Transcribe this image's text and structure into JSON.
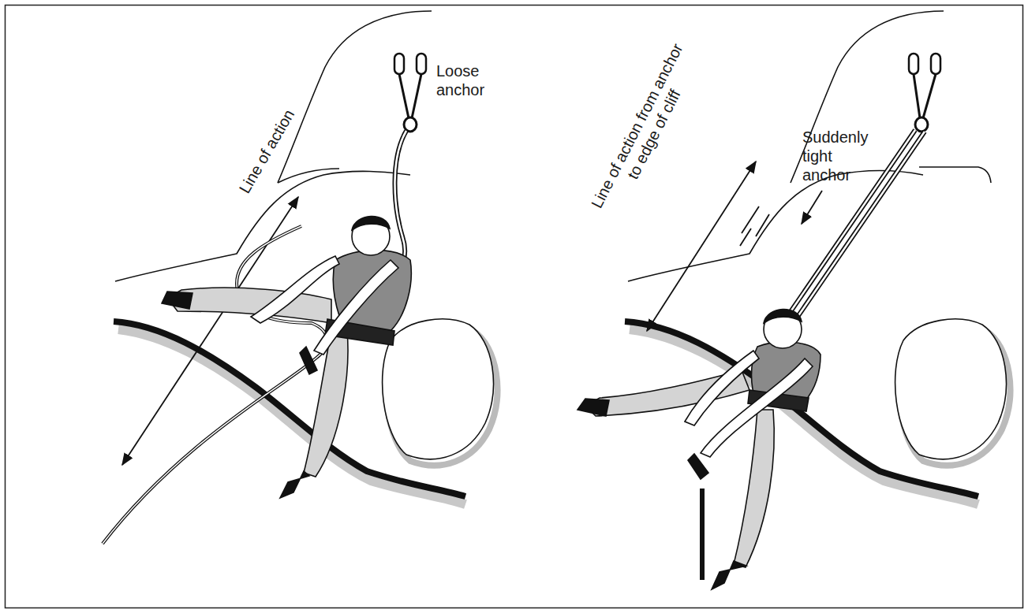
{
  "diagram": {
    "labels": [
      "Line of action",
      "Loose anchor",
      "Line of action from anchor to edge of cliff",
      "Suddenly tight anchor"
    ]
  }
}
